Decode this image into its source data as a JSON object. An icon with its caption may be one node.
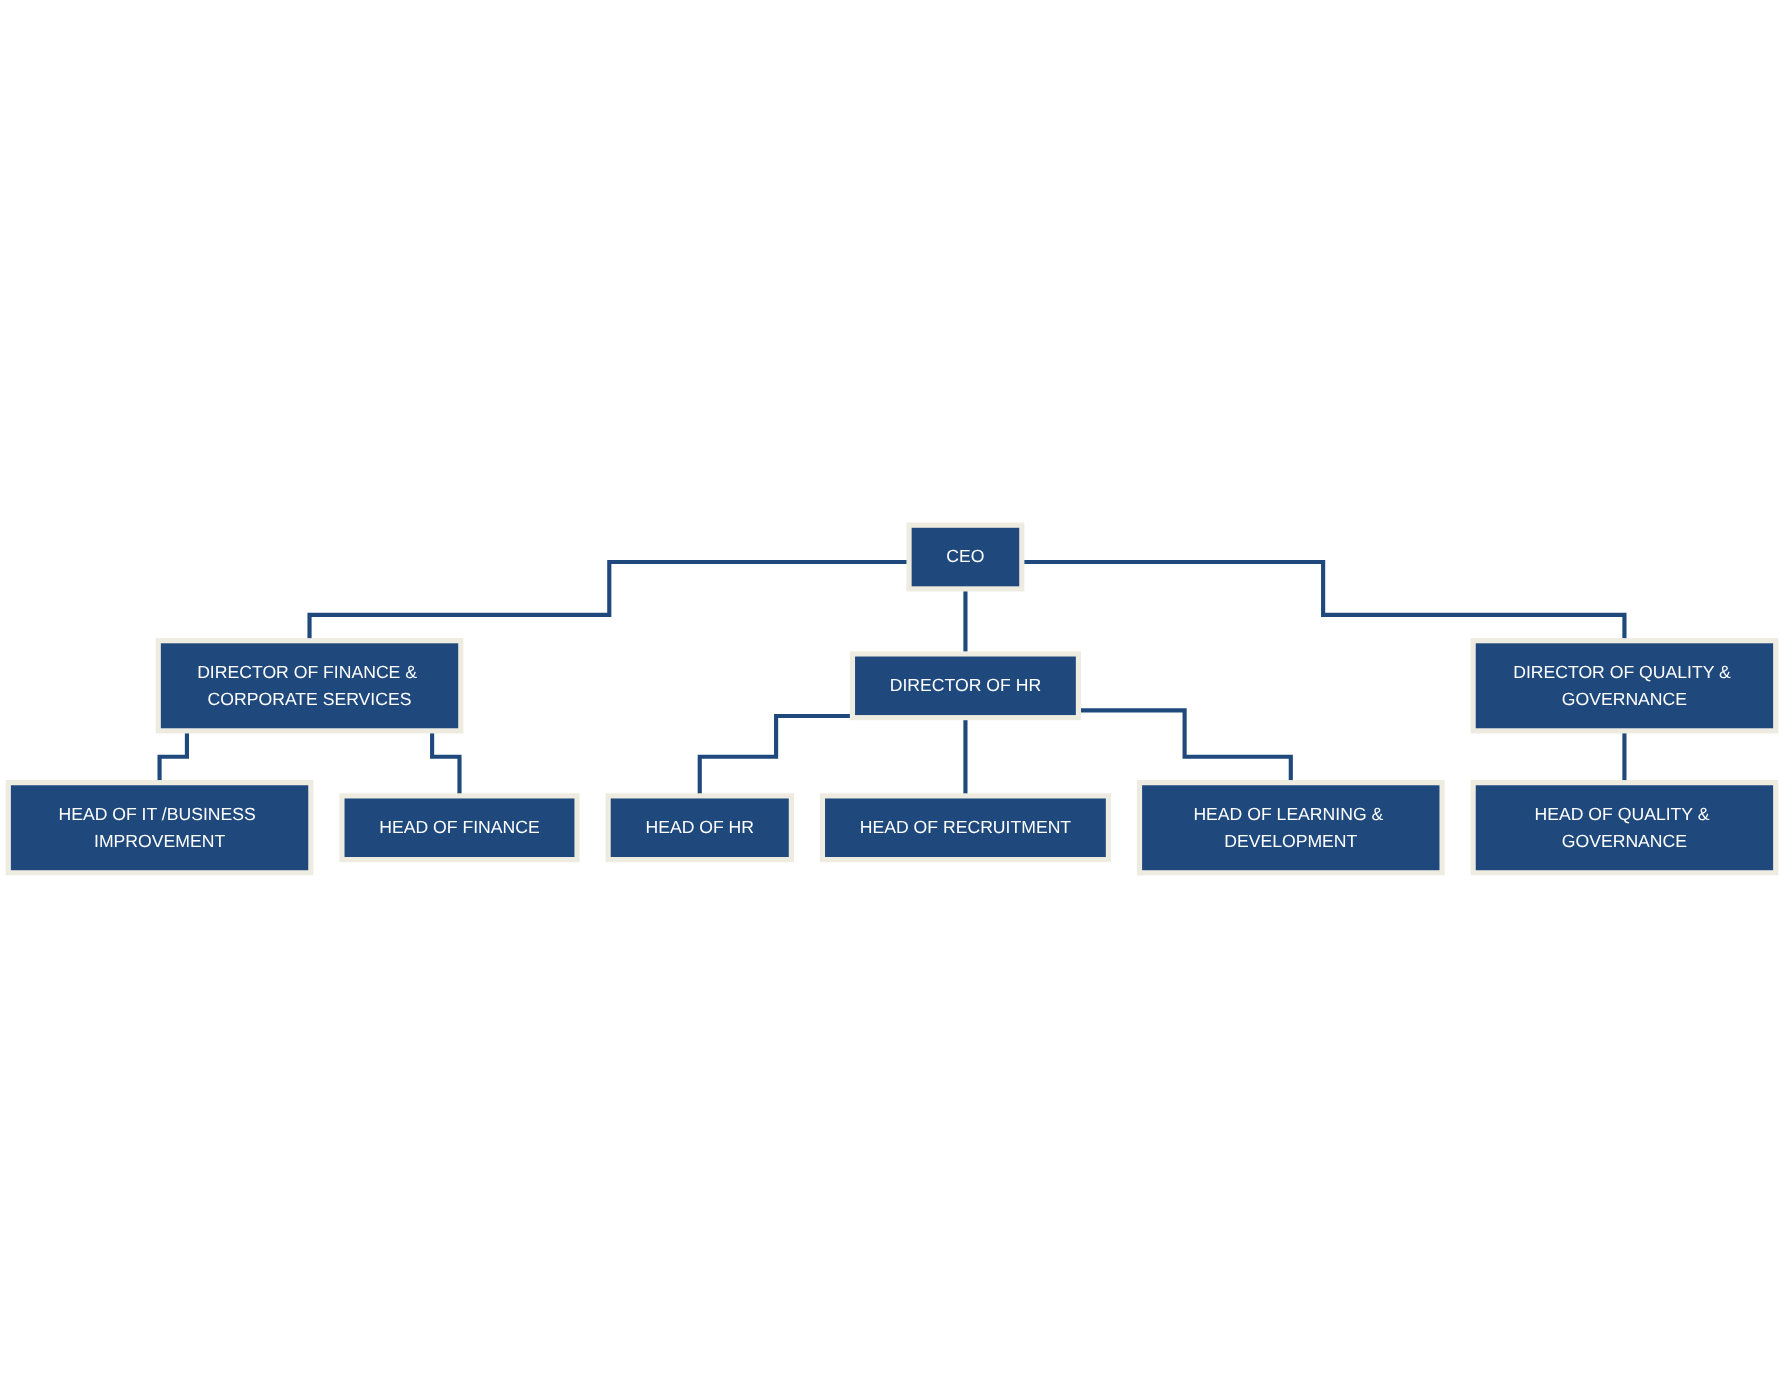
{
  "diagram": {
    "nodes": [
      {
        "text": [
          "CEO"
        ]
      },
      {
        "text": [
          "DIRECTOR OF FINANCE & CORPORATE SERVICES"
        ]
      },
      {
        "text": [
          "DIRECTOR OF HR"
        ]
      },
      {
        "text": [
          "DIRECTOR OF QUALITY & GOVERNANCE"
        ]
      },
      {
        "text": [
          "HEAD OF IT /BUSINESS IMPROVEMENT"
        ]
      },
      {
        "text": [
          "HEAD OF FINANCE"
        ]
      },
      {
        "text": [
          "HEAD OF HR"
        ]
      },
      {
        "text": [
          "HEAD OF RECRUITMENT"
        ]
      },
      {
        "text": [
          "HEAD OF LEARNING & DEVELOPMENT"
        ]
      },
      {
        "text": [
          "HEAD OF QUALITY & GOVERNANCE"
        ]
      }
    ],
    "edges": [
      {
        "from": 0,
        "to": 1,
        "arrow": "none"
      },
      {
        "from": 0,
        "to": 2,
        "arrow": "none"
      },
      {
        "from": 0,
        "to": 3,
        "arrow": "none"
      },
      {
        "from": 1,
        "to": 4,
        "arrow": "none"
      },
      {
        "from": 1,
        "to": 5,
        "arrow": "none"
      },
      {
        "from": 2,
        "to": 6,
        "arrow": "none"
      },
      {
        "from": 2,
        "to": 7,
        "arrow": "none"
      },
      {
        "from": 2,
        "to": 8,
        "arrow": "none"
      },
      {
        "from": 3,
        "to": 9,
        "arrow": "none"
      }
    ]
  }
}
